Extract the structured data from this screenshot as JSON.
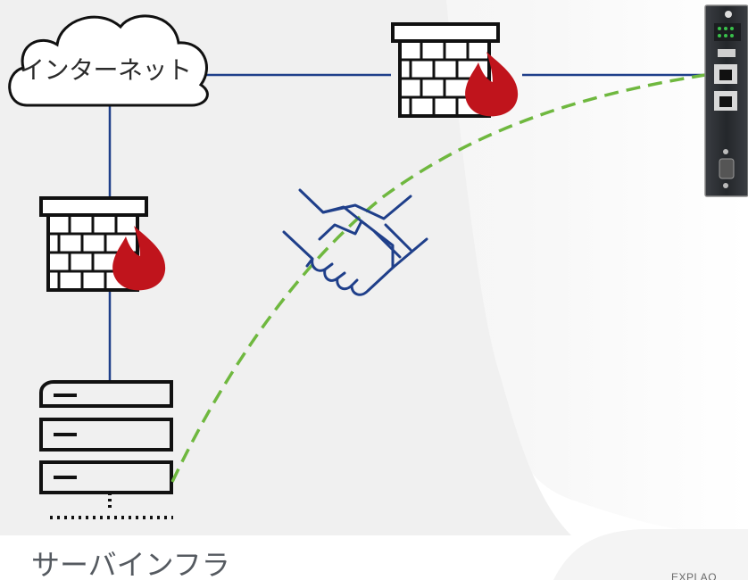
{
  "labels": {
    "internet": "インターネット",
    "server_infra": "サーバインフラ",
    "footer_text": "EXPLAO"
  },
  "colors": {
    "link_line": "#1f3f8a",
    "trusted_link": "#6fb83f",
    "firewall_flame": "#c0141c",
    "handshake": "#1f3f8a",
    "icon_stroke": "#111111",
    "device_body": "#2f3237"
  },
  "icons": {
    "cloud": "cloud-icon",
    "firewall": "firewall-icon",
    "server": "server-rack-icon",
    "handshake": "handshake-icon",
    "gateway": "gateway-device-icon"
  }
}
